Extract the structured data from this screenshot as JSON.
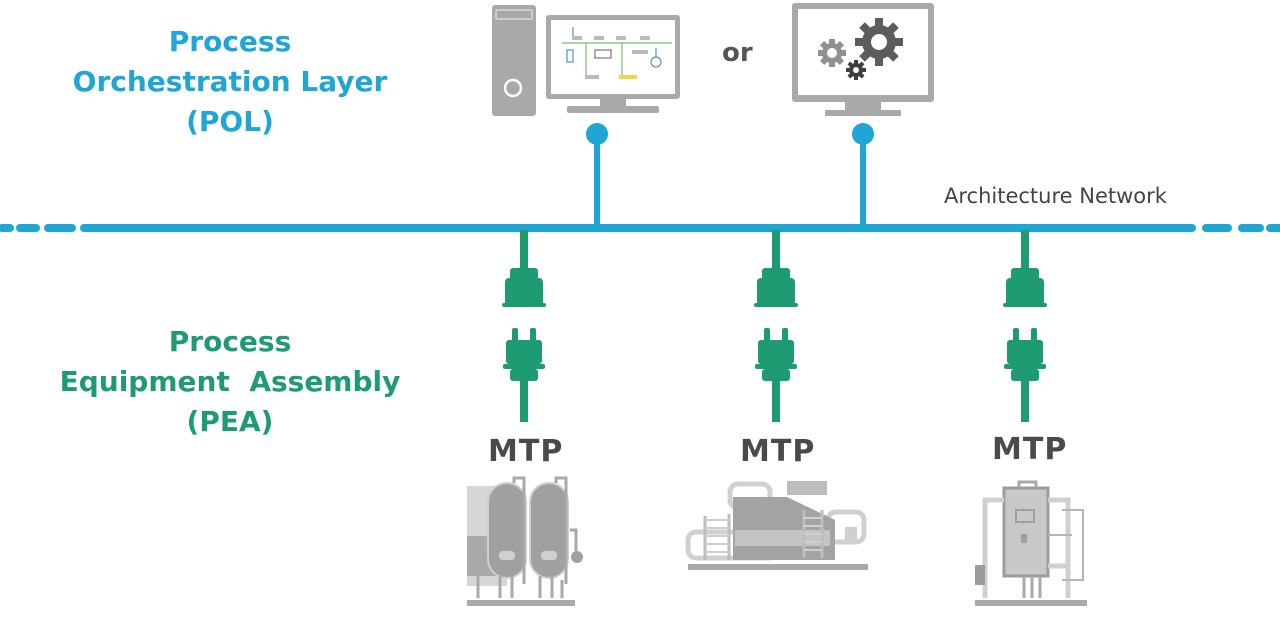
{
  "pol": {
    "lines": [
      "Process",
      "Orchestration Layer",
      "(POL)"
    ],
    "color": "#1fa6d4"
  },
  "pea": {
    "lines": [
      "Process",
      "Equipment  Assembly",
      "(PEA)"
    ],
    "color": "#1e9b72"
  },
  "or_text": "or",
  "network": {
    "label": "Architecture Network",
    "color": "#1fa6d4"
  },
  "pol_systems": [
    {
      "name": "workstation-with-process-schematic",
      "icon": "desktop-pc-icon"
    },
    {
      "name": "monitor-with-gears",
      "icon": "gears-monitor-icon"
    }
  ],
  "modules": [
    {
      "label": "MTP",
      "equipment": "tank-module-icon",
      "connector": "plug-socket-icon"
    },
    {
      "label": "MTP",
      "equipment": "pump-module-icon",
      "connector": "plug-socket-icon"
    },
    {
      "label": "MTP",
      "equipment": "column-module-icon",
      "connector": "plug-socket-icon"
    }
  ],
  "colors": {
    "network": "#1fa6d4",
    "connector": "#1e9b72",
    "equipment": "#a9a9a9",
    "equipment_dark": "#8e8e8e"
  }
}
